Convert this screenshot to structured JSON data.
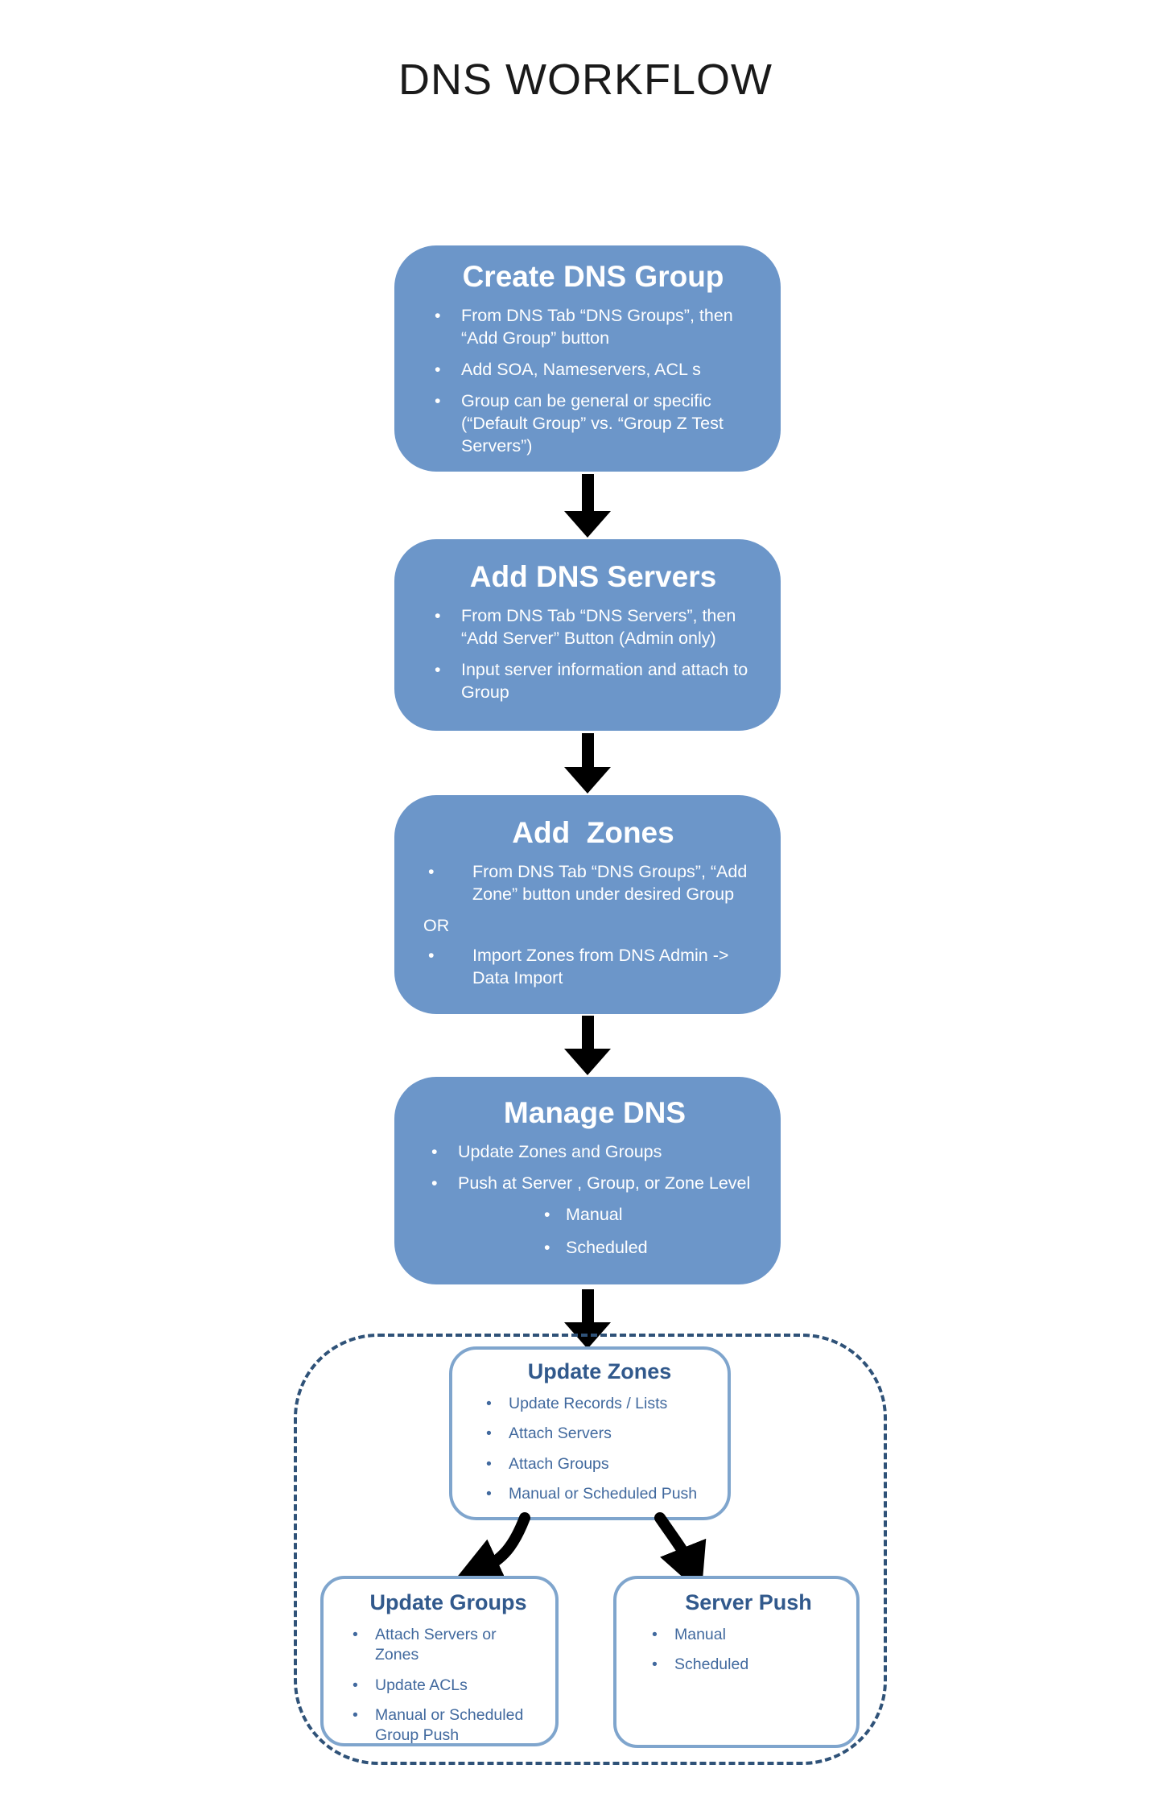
{
  "title": "DNS WORKFLOW",
  "glyphs": {
    "bullet": "•"
  },
  "colors": {
    "flow_box_fill": "#6C96C9",
    "flow_box_text": "#FFFFFF",
    "outline_box_border": "#7FA5CD",
    "outline_heading_text": "#31598C",
    "outline_body_text": "#41699E",
    "dashed_frame_border": "#2F5278",
    "arrow": "#000000",
    "title_text": "#1A1A1A"
  },
  "flow": [
    {
      "title": "Create DNS Group",
      "items": [
        "From DNS Tab “DNS Groups”, then “Add Group” button",
        "Add SOA, Nameservers, ACL s",
        "Group can be general or specific (“Default Group” vs. “Group Z Test Servers”)"
      ]
    },
    {
      "title": "Add DNS Servers",
      "items": [
        "From DNS Tab “DNS Servers”, then “Add Server” Button (Admin only)",
        "Input server information and attach to Group"
      ]
    },
    {
      "title": "Add  Zones",
      "items": [
        "From DNS Tab “DNS Groups”, “Add Zone” button under desired Group",
        "OR",
        "Import Zones from DNS Admin -> Data Import"
      ]
    },
    {
      "title": "Manage DNS",
      "items": [
        "Update Zones and Groups",
        "Push at Server , Group, or Zone Level"
      ],
      "sub_items": [
        "Manual",
        "Scheduled"
      ]
    }
  ],
  "cluster": {
    "update_zones": {
      "title": "Update Zones",
      "items": [
        "Update Records / Lists",
        "Attach Servers",
        "Attach Groups",
        "Manual or Scheduled Push"
      ]
    },
    "update_groups": {
      "title": "Update Groups",
      "items": [
        "Attach Servers or Zones",
        "Update ACLs",
        "Manual or Scheduled Group Push"
      ]
    },
    "server_push": {
      "title": "Server Push",
      "items": [
        "Manual",
        "Scheduled"
      ]
    }
  },
  "icons": {
    "flow_connector": "down-arrow",
    "branch_left": "curved-arrow-down-left",
    "branch_right": "curved-arrow-down-right"
  }
}
